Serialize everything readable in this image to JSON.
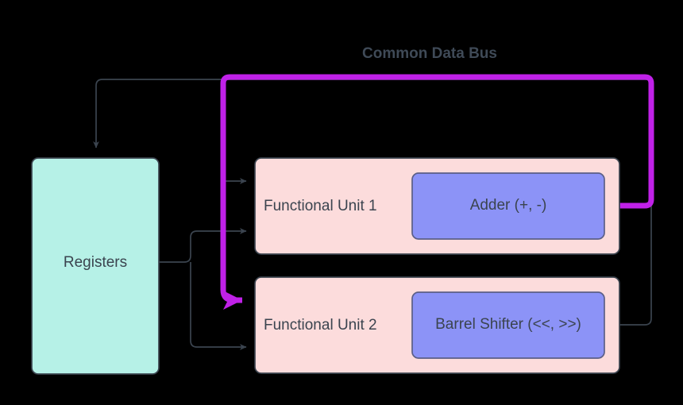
{
  "diagram": {
    "title": "Common Data Bus",
    "background_color": "#000000",
    "registers": {
      "label": "Registers",
      "fill": "#b6f1e7",
      "stroke": "#3b444f"
    },
    "units": [
      {
        "label": "Functional Unit 1",
        "fill": "#fcdcdc",
        "stroke": "#3b444f",
        "inner": {
          "label": "Adder (+, -)",
          "fill": "#8c93f7",
          "stroke": "#5b5f87"
        }
      },
      {
        "label": "Functional Unit 2",
        "fill": "#fcdcdc",
        "stroke": "#3b444f",
        "inner": {
          "label": "Barrel Shifter (<<, >>)",
          "fill": "#8c93f7",
          "stroke": "#5b5f87"
        }
      }
    ],
    "edges": {
      "bus_color": "#c021e8",
      "wire_color": "#3b444f",
      "highlight_name": "common-data-bus-highlight"
    }
  }
}
